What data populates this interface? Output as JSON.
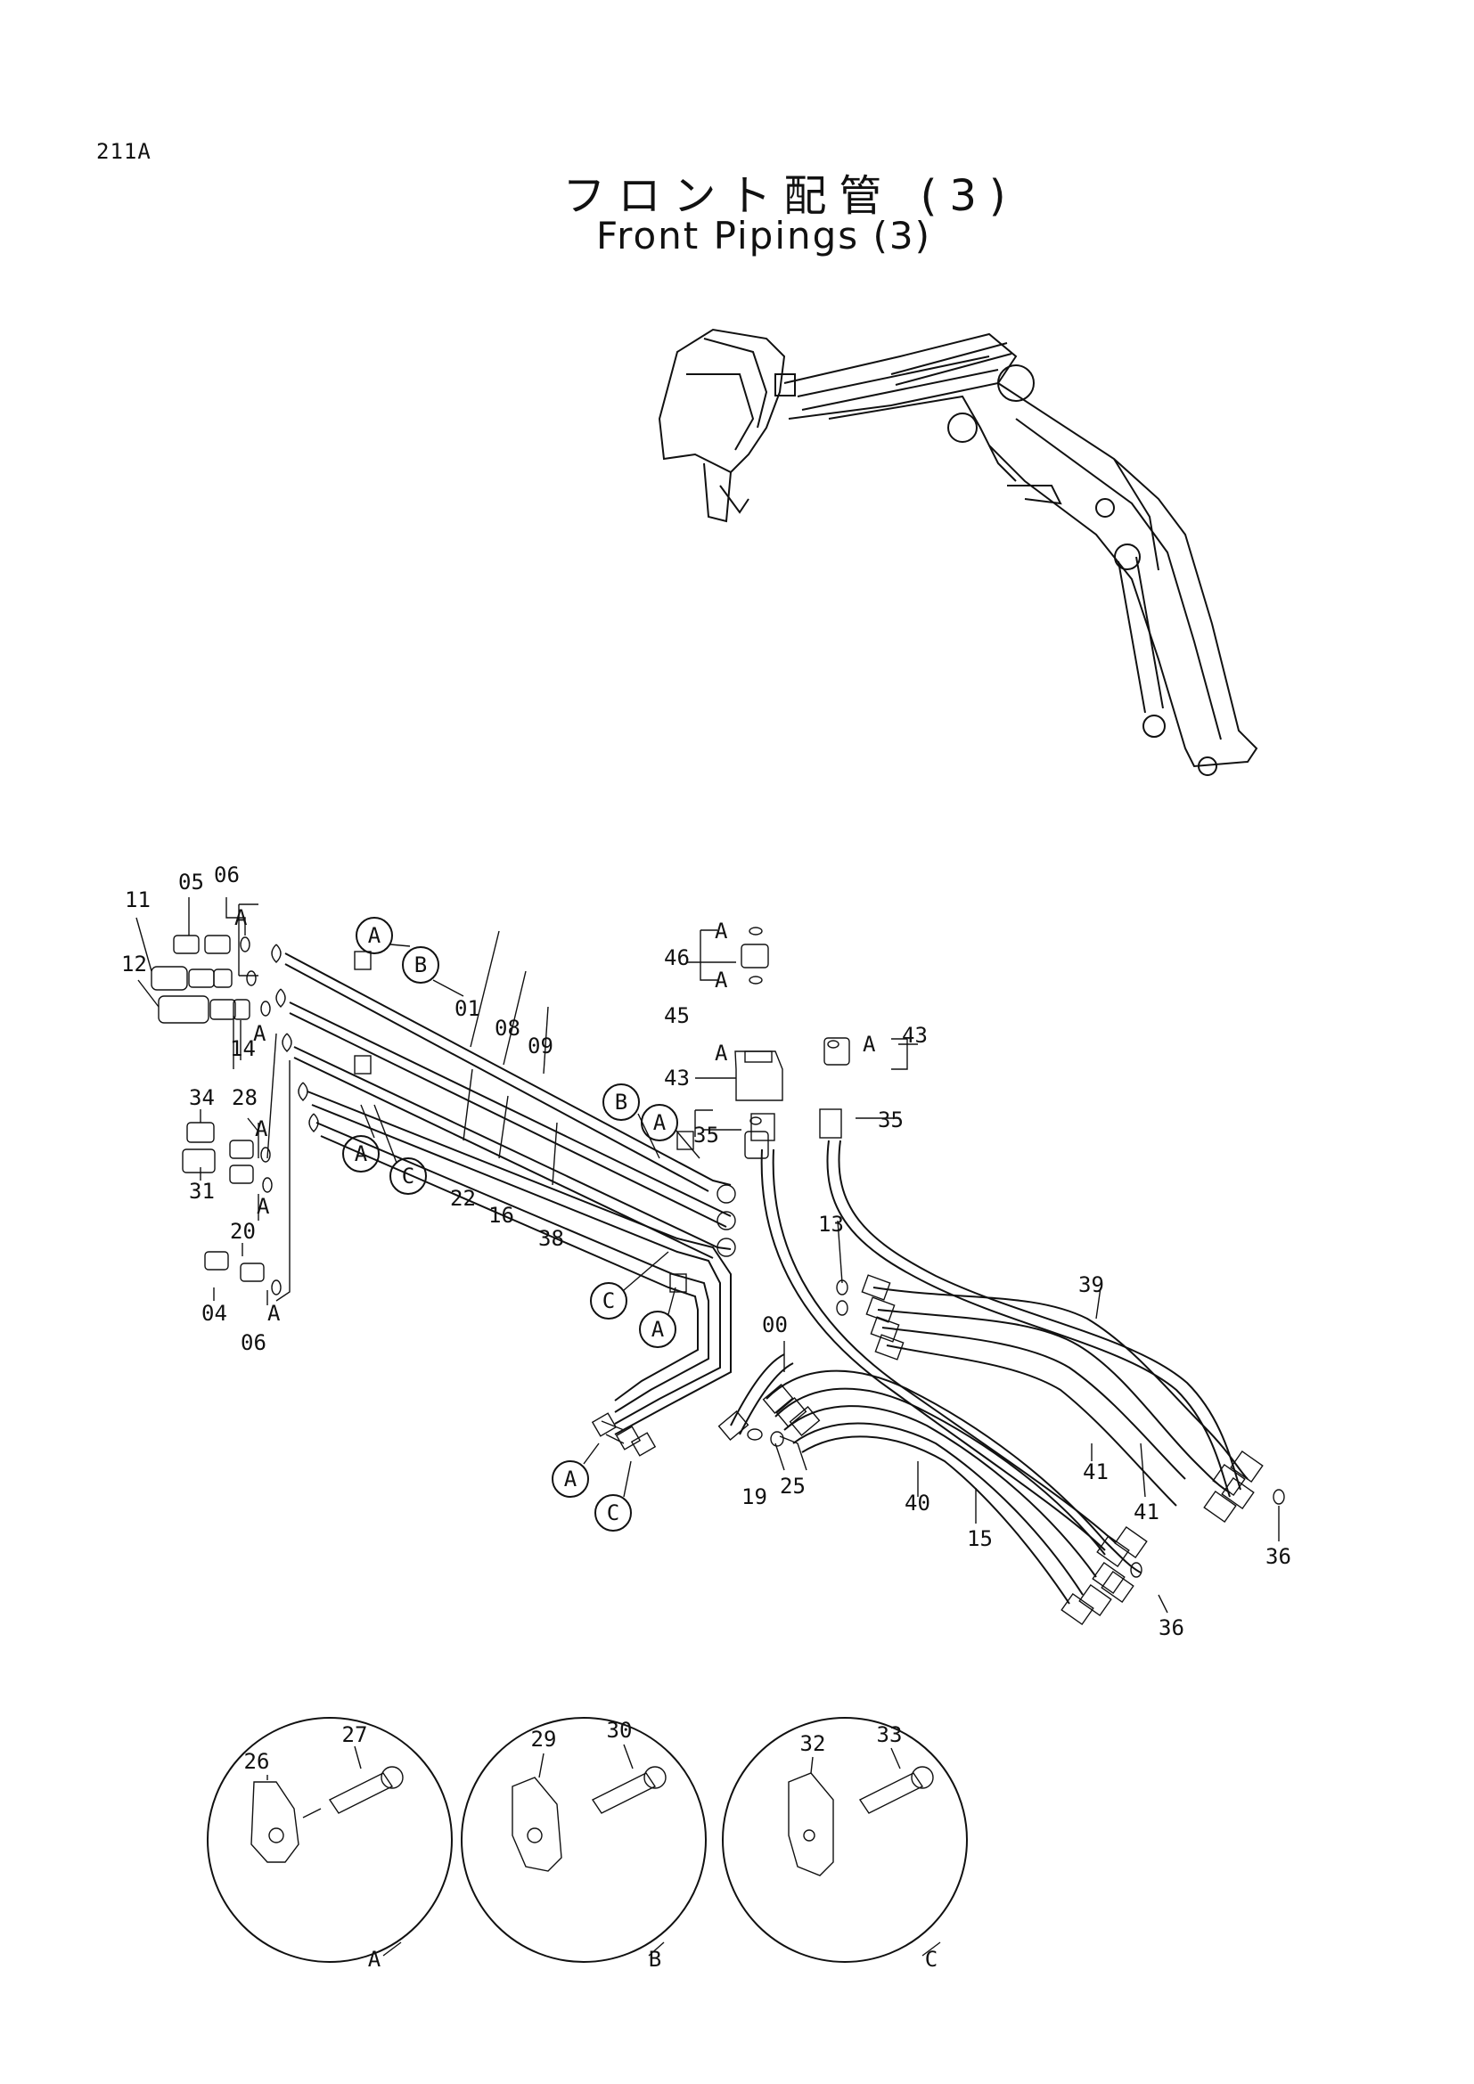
{
  "header": {
    "page_id": "211A",
    "title_jp": "フロント配管 (3)",
    "title_en": "Front Pipings (3)"
  },
  "callouts": {
    "c05": "05",
    "c06a": "06",
    "c11": "11",
    "c12": "12",
    "c14": "14",
    "c34": "34",
    "c28": "28",
    "c31": "31",
    "c20": "20",
    "c04": "04",
    "c06b": "06",
    "c01": "01",
    "c08": "08",
    "c09": "09",
    "c22": "22",
    "c16": "16",
    "c38": "38",
    "c46": "46",
    "c45": "45",
    "c43a": "43",
    "c43b": "43",
    "c35a": "35",
    "c35b": "35",
    "c13": "13",
    "c39": "39",
    "c00": "00",
    "c19": "19",
    "c25": "25",
    "c40": "40",
    "c15": "15",
    "c41a": "41",
    "c41b": "41",
    "c36a": "36",
    "c36b": "36",
    "c26": "26",
    "c27": "27",
    "c29": "29",
    "c30": "30",
    "c32": "32",
    "c33": "33"
  },
  "markers": {
    "a": "A",
    "b": "B",
    "c": "C"
  },
  "details": {
    "a": "A",
    "b": "B",
    "c": "C"
  }
}
